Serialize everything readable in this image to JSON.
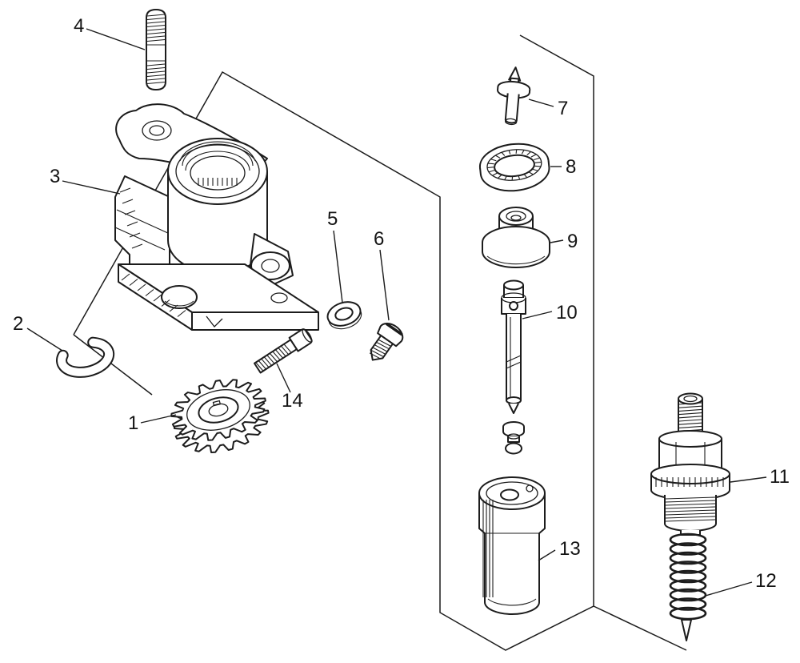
{
  "figure": {
    "background_color": "#ffffff",
    "line_color": "#1c1c1c"
  },
  "callouts": [
    {
      "label": "1"
    },
    {
      "label": "2"
    },
    {
      "label": "3"
    },
    {
      "label": "4"
    },
    {
      "label": "5"
    },
    {
      "label": "6"
    },
    {
      "label": "7"
    },
    {
      "label": "8"
    },
    {
      "label": "9"
    },
    {
      "label": "10"
    },
    {
      "label": "11"
    },
    {
      "label": "12"
    },
    {
      "label": "13"
    },
    {
      "label": "14"
    }
  ]
}
